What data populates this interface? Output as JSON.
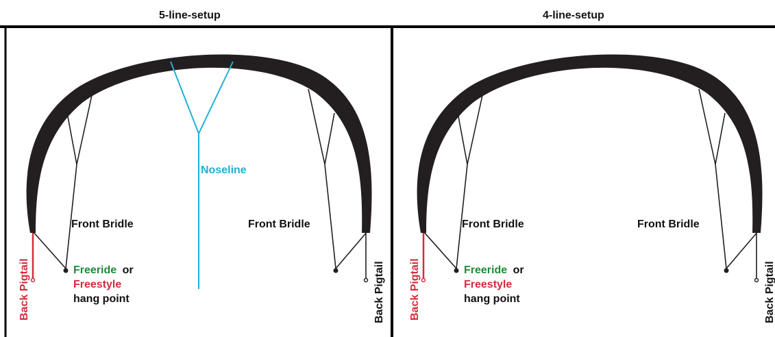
{
  "panels": [
    {
      "title": "5-line-setup",
      "back_pigtail_label": "Back Pigtail",
      "front_bridle_label": "Front Bridle",
      "noseline_label": "Noseline",
      "freeride_label": "Freeride",
      "or_label": "or",
      "freestyle_label": "Freestyle",
      "hang_point_label": "hang point"
    },
    {
      "title": "4-line-setup",
      "back_pigtail_label": "Back Pigtail",
      "front_bridle_label": "Front Bridle",
      "freeride_label": "Freeride",
      "or_label": "or",
      "freestyle_label": "Freestyle",
      "hang_point_label": "hang point"
    }
  ],
  "colors": {
    "kite": "#231f20",
    "noseline": "#1fb0d6",
    "freeride": "#1d8a3c",
    "freestyle": "#d62a3c",
    "back_pigtail_highlight": "#d62a3c",
    "text": "#111111"
  }
}
